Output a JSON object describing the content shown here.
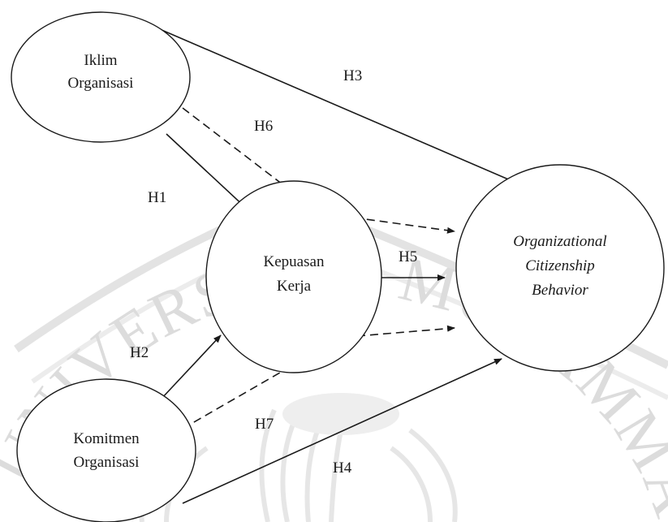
{
  "nodes": {
    "iklim": {
      "lines": [
        "Iklim",
        "Organisasi"
      ]
    },
    "kepuasan": {
      "lines": [
        "Kepuasan",
        "Kerja"
      ]
    },
    "komitmen": {
      "lines": [
        "Komitmen",
        "Organisasi"
      ]
    },
    "ocb": {
      "lines": [
        "Organizational",
        "Citizenship",
        "Behavior"
      ]
    }
  },
  "hypotheses": {
    "h1": "H1",
    "h2": "H2",
    "h3": "H3",
    "h4": "H4",
    "h5": "H5",
    "h6": "H6",
    "h7": "H7"
  },
  "watermark": {
    "text": "UNIVERSITAS MUHAMMADIYAH",
    "color": "#dcdcdc"
  }
}
